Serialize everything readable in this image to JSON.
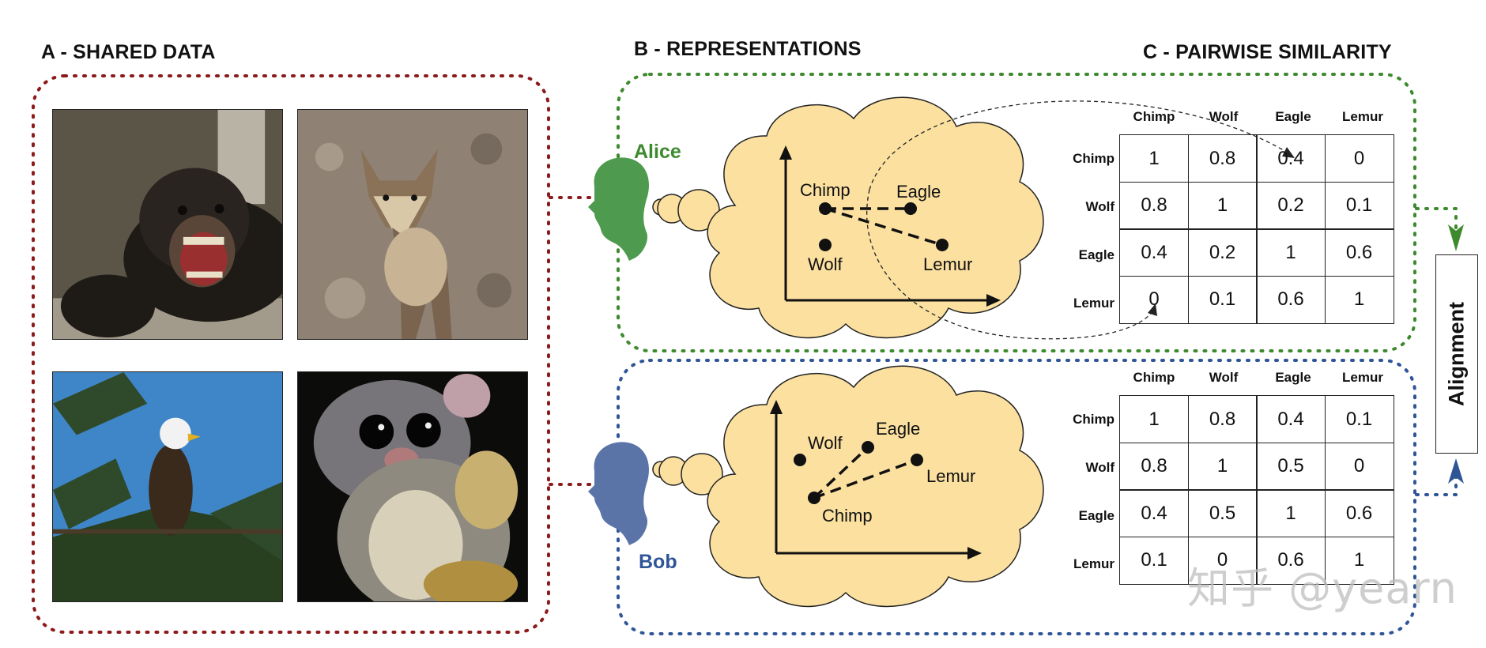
{
  "sections": {
    "a_title": "A - SHARED DATA",
    "b_title": "B - REPRESENTATIONS",
    "c_title": "C - PAIRWISE SIMILARITY"
  },
  "colors": {
    "red": "#8b1a1a",
    "green": "#3d8a2e",
    "blue": "#2f5597",
    "alice_head": "#4e9a4e",
    "bob_head": "#5a74a8",
    "cloud_fill": "#fbe0a0"
  },
  "photos": [
    {
      "name": "chimp-photo",
      "icon": "chimpanzee-image"
    },
    {
      "name": "wolf-photo",
      "icon": "wolf-image"
    },
    {
      "name": "eagle-photo",
      "icon": "eagle-image"
    },
    {
      "name": "lemur-photo",
      "icon": "lemur-image"
    }
  ],
  "alice": {
    "name": "Alice",
    "points": [
      {
        "label": "Chimp"
      },
      {
        "label": "Eagle"
      },
      {
        "label": "Wolf"
      },
      {
        "label": "Lemur"
      }
    ],
    "matrix": {
      "columns": [
        "Chimp",
        "Wolf",
        "Eagle",
        "Lemur"
      ],
      "rows": [
        {
          "label": "Chimp",
          "values": [
            "1",
            "0.8",
            "0.4",
            "0"
          ]
        },
        {
          "label": "Wolf",
          "values": [
            "0.8",
            "1",
            "0.2",
            "0.1"
          ]
        },
        {
          "label": "Eagle",
          "values": [
            "0.4",
            "0.2",
            "1",
            "0.6"
          ]
        },
        {
          "label": "Lemur",
          "values": [
            "0",
            "0.1",
            "0.6",
            "1"
          ]
        }
      ]
    }
  },
  "bob": {
    "name": "Bob",
    "points": [
      {
        "label": "Wolf"
      },
      {
        "label": "Eagle"
      },
      {
        "label": "Lemur"
      },
      {
        "label": "Chimp"
      }
    ],
    "matrix": {
      "columns": [
        "Chimp",
        "Wolf",
        "Eagle",
        "Lemur"
      ],
      "rows": [
        {
          "label": "Chimp",
          "values": [
            "1",
            "0.8",
            "0.4",
            "0.1"
          ]
        },
        {
          "label": "Wolf",
          "values": [
            "0.8",
            "1",
            "0.5",
            "0"
          ]
        },
        {
          "label": "Eagle",
          "values": [
            "0.4",
            "0.5",
            "1",
            "0.6"
          ]
        },
        {
          "label": "Lemur",
          "values": [
            "0.1",
            "0",
            "0.6",
            "1"
          ]
        }
      ]
    }
  },
  "alignment": {
    "label": "Alignment"
  },
  "watermark": "知乎 @yearn"
}
